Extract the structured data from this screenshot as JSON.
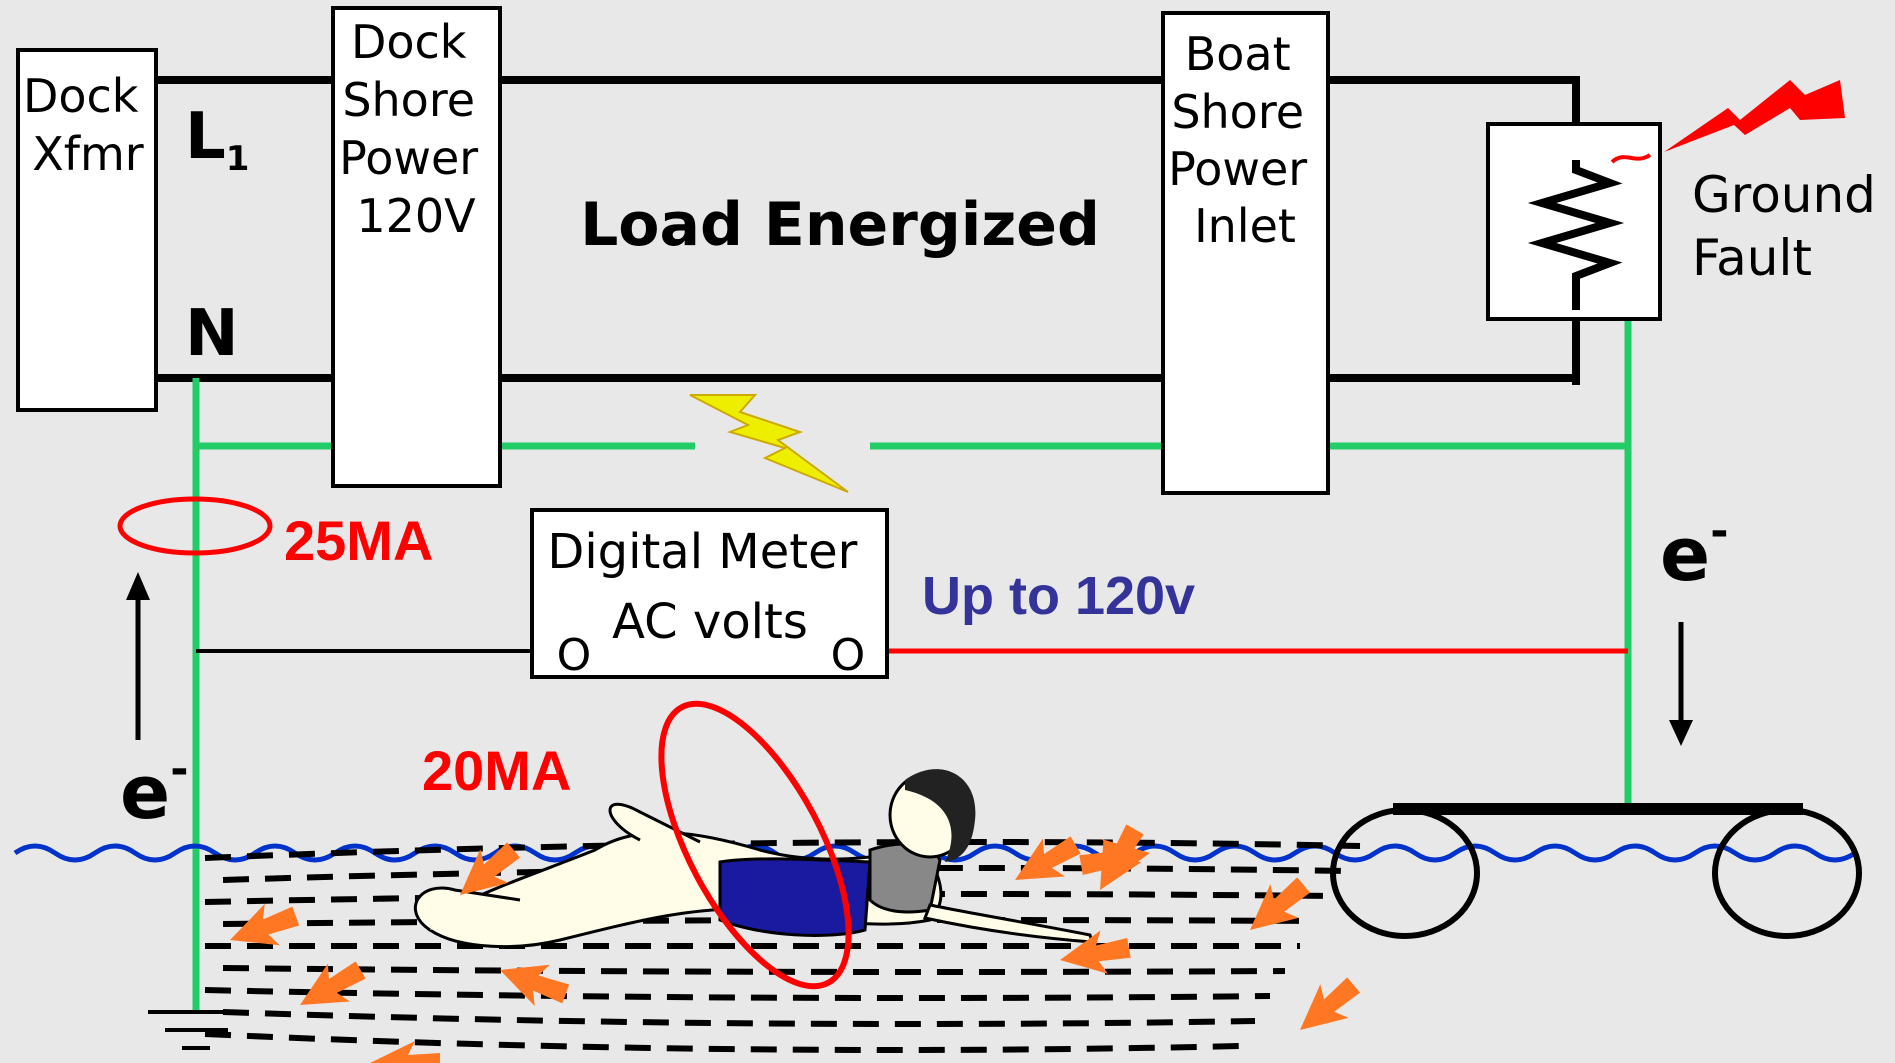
{
  "labels": {
    "dock_xfmr": [
      "Dock",
      "Xfmr"
    ],
    "line1": "L",
    "line1_sub": "1",
    "neutral": "N",
    "dock_shore_power": [
      "Dock",
      "Shore",
      "Power",
      "120V"
    ],
    "load_energized": "Load Energized",
    "boat_inlet": [
      "Boat",
      "Shore",
      "Power",
      "Inlet"
    ],
    "ground_fault": [
      "Ground",
      "Fault"
    ],
    "meter": [
      "Digital Meter",
      "AC volts"
    ],
    "meter_terminal_left": "O",
    "meter_terminal_right": "O",
    "current_dock": "25MA",
    "current_swimmer": "20MA",
    "voltage": "Up to 120v",
    "electron": "e",
    "electron_sup": "-"
  },
  "colors": {
    "background": "#e8e8e8",
    "ground_wire": "#22cc66",
    "warning_red": "#ff0000",
    "voltage_blue": "#333399",
    "water": "#0033cc",
    "lightning_gap": "#eeee00",
    "current_arrows": "#ff7722",
    "swimsuit": "#1a1aa0"
  },
  "icons": [
    "lightning-bolt-icon",
    "fault-spark-icon",
    "swimmer-figure",
    "current-arrow-icon",
    "resistor-symbol"
  ]
}
